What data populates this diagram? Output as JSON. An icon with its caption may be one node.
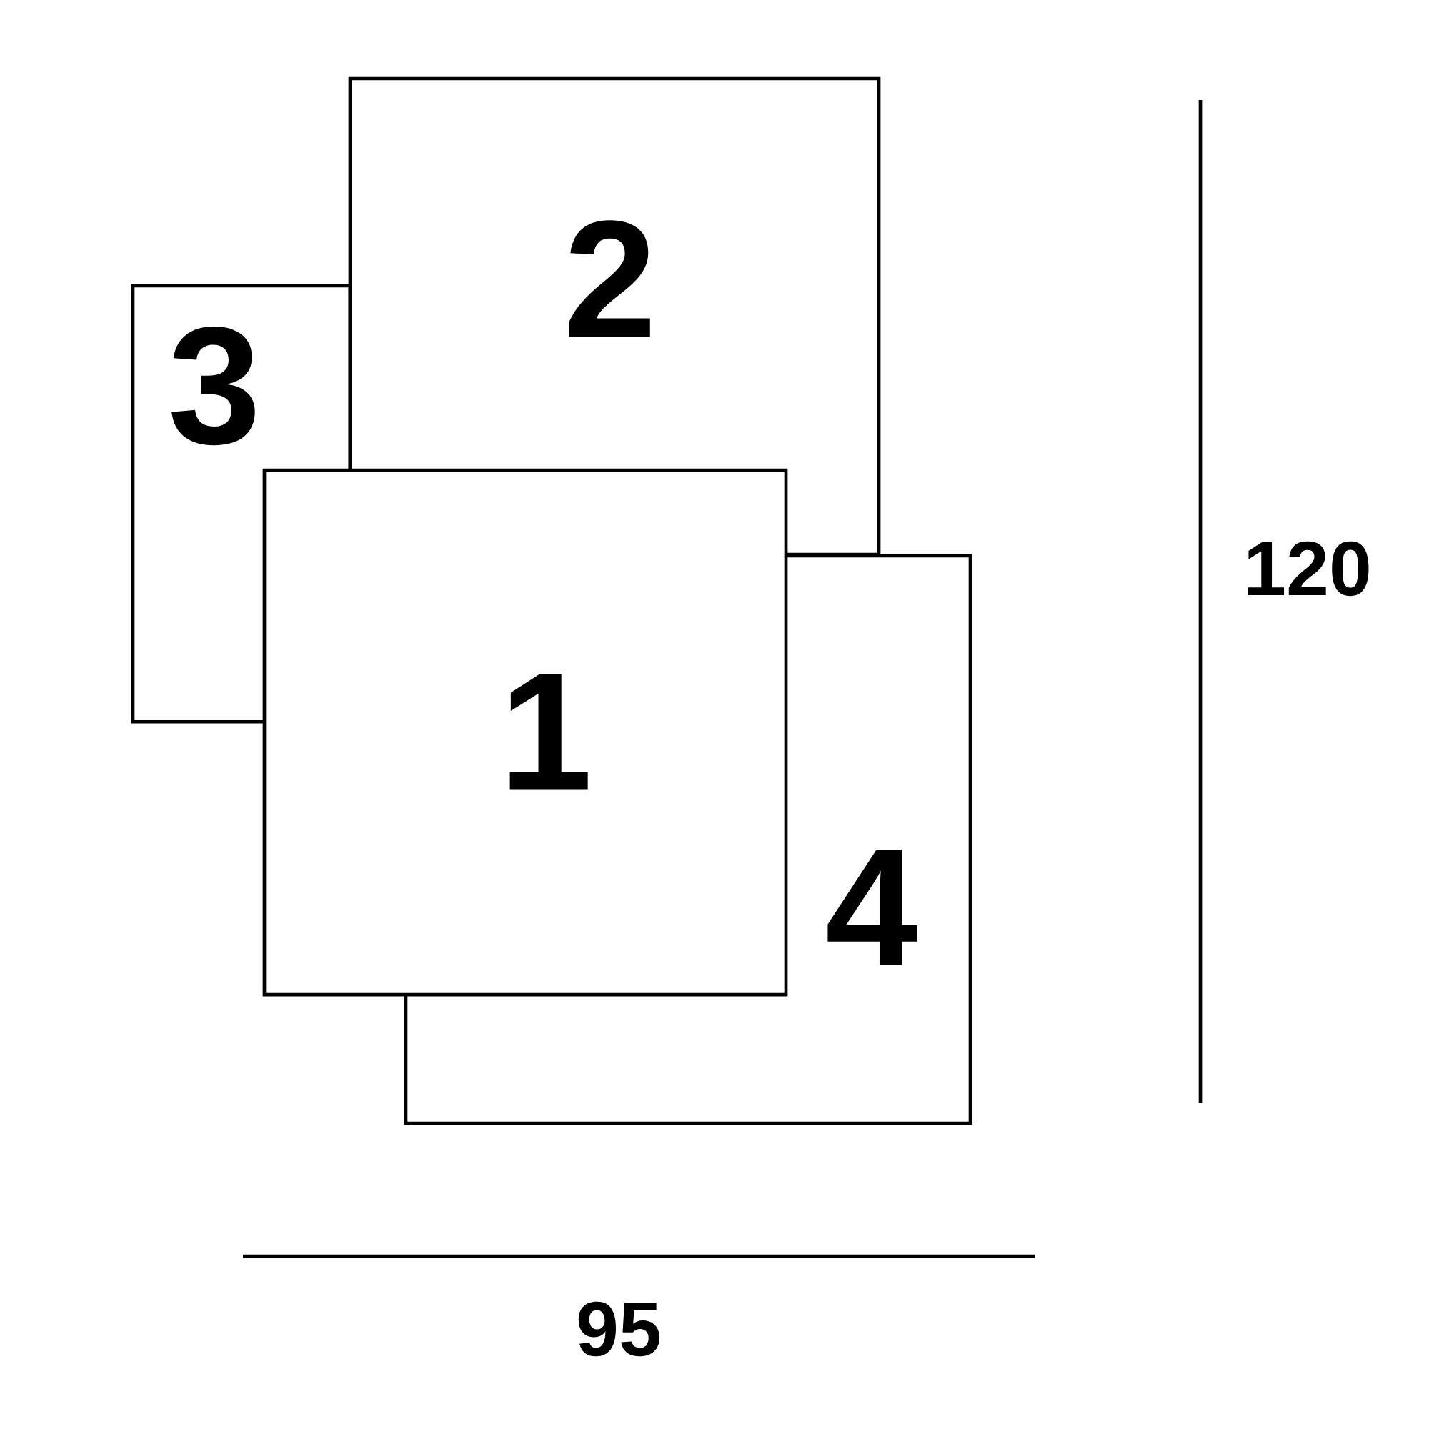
{
  "diagram": {
    "nodes": [
      {
        "text": [
          "2"
        ]
      },
      {
        "text": [
          "3"
        ]
      },
      {
        "text": [
          "1"
        ]
      },
      {
        "text": [
          "4"
        ]
      }
    ],
    "labels": [
      "120",
      "95"
    ]
  }
}
